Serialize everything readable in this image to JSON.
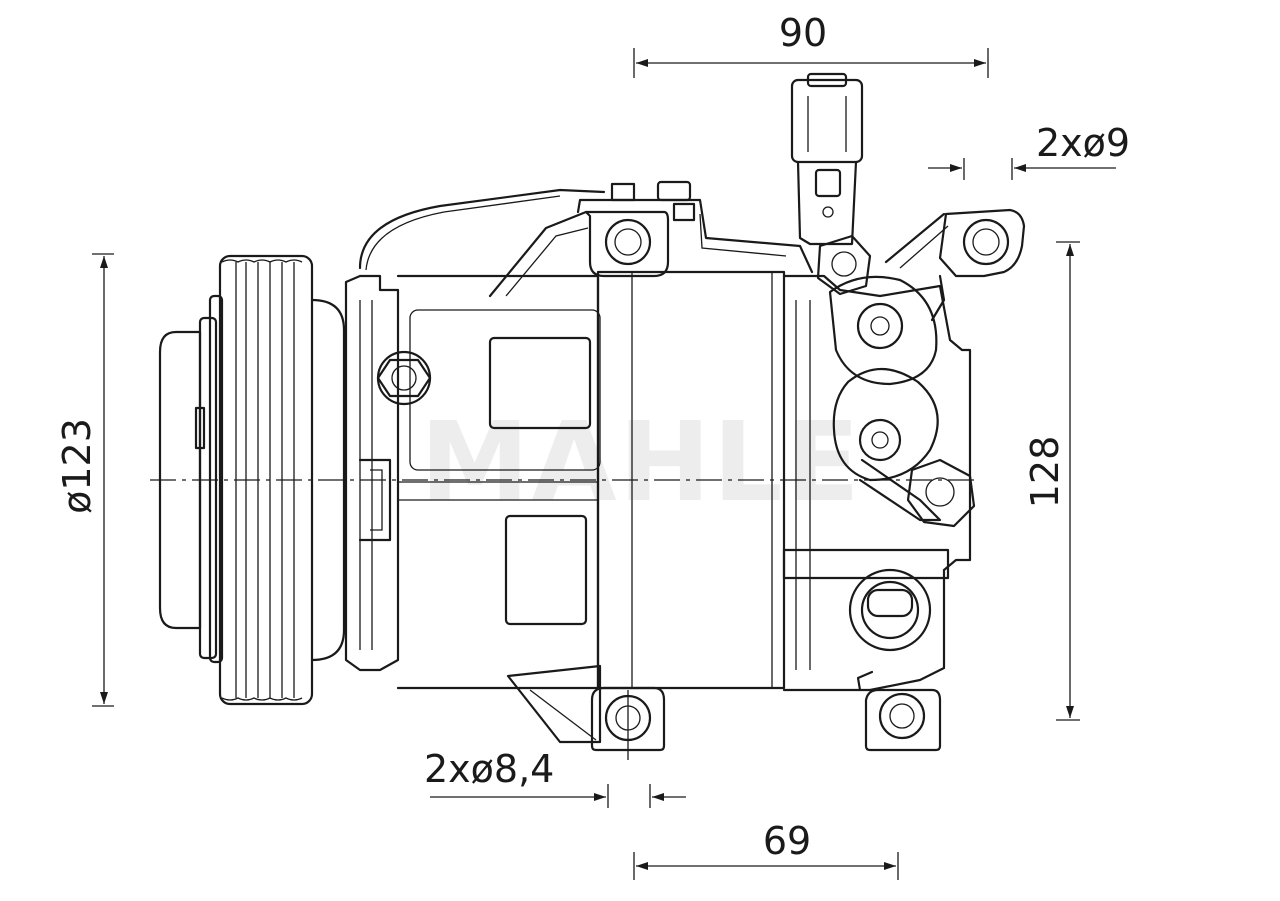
{
  "dimensions": {
    "top_width": "90",
    "bolt_hole_top": "2xø9",
    "pulley_diameter": "ø123",
    "height": "128",
    "bolt_hole_bottom": "2xø8,4",
    "bottom_width": "69"
  },
  "watermark": "MAHLE",
  "colors": {
    "line": "#1a1a1a",
    "background": "#ffffff",
    "watermark": "#ededed"
  }
}
